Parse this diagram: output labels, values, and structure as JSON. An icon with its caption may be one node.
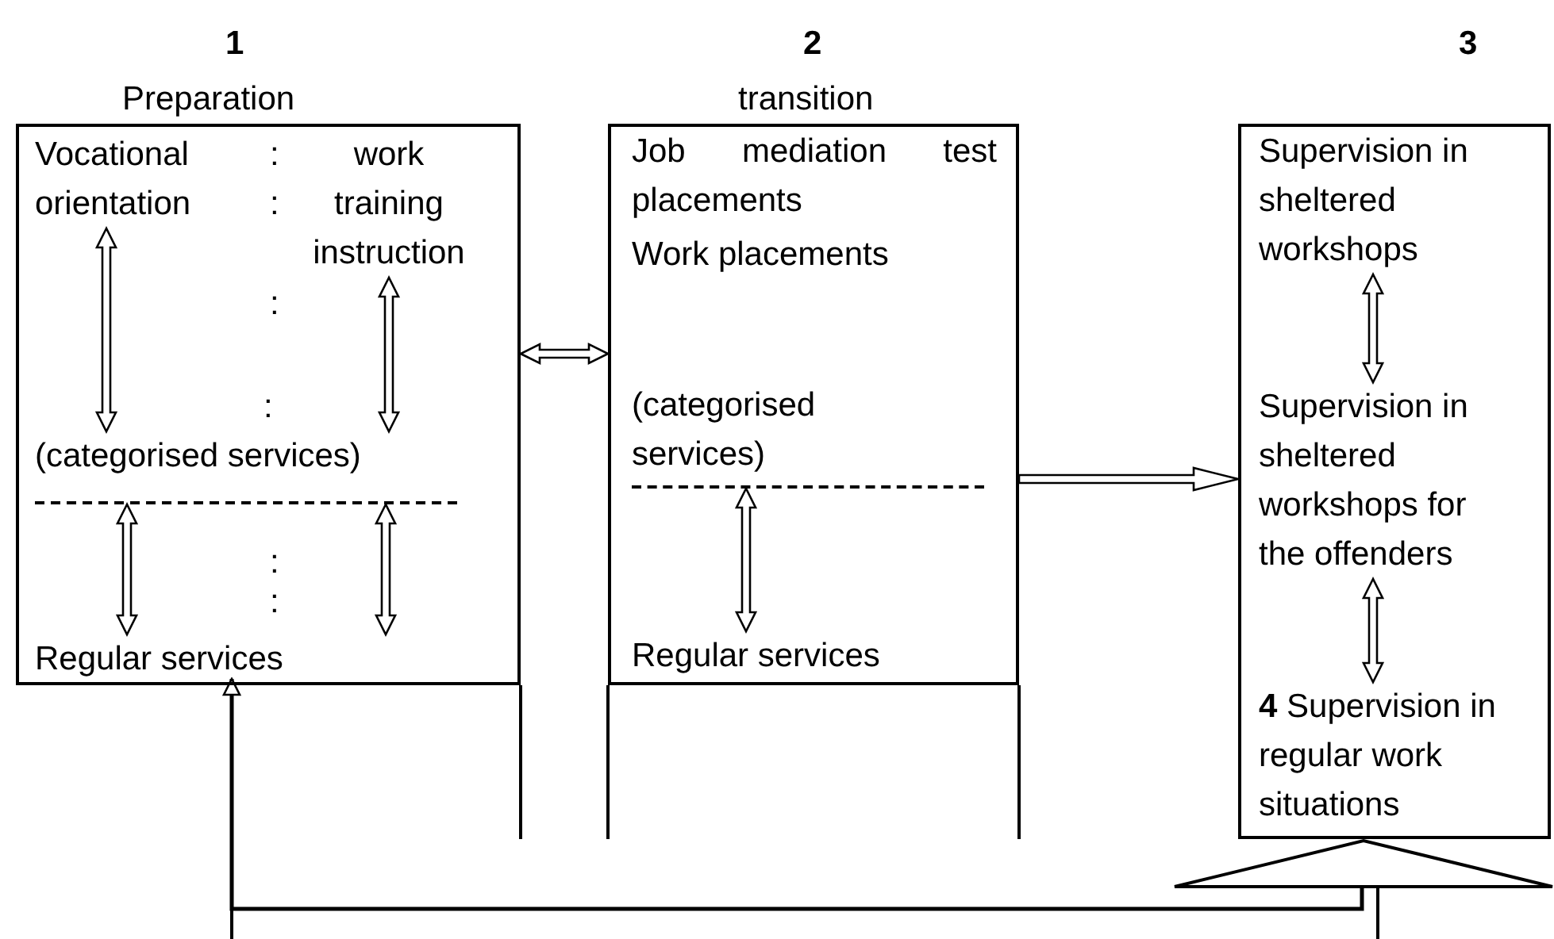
{
  "diagram": {
    "nodes": [
      {
        "text": [
          "Preparation"
        ]
      },
      {
        "text": [
          "Vocational orientation"
        ],
        "in": 0
      },
      {
        "text": [
          "work training instruction"
        ],
        "in": 0
      },
      {
        "text": [
          "(categorised services)"
        ],
        "in": 0
      },
      {
        "text": [
          "Regular services"
        ],
        "in": 0
      },
      {
        "text": [
          "transition"
        ]
      },
      {
        "text": [
          "Job mediation test placements"
        ],
        "in": 5
      },
      {
        "text": [
          "Work placements"
        ],
        "in": 5
      },
      {
        "text": [
          "(categorised services)"
        ],
        "in": 5
      },
      {
        "text": [
          "Regular services"
        ],
        "in": 5
      },
      {
        "text": [],
        "shape": "box"
      },
      {
        "text": [
          "Supervision in sheltered workshops"
        ],
        "in": 10
      },
      {
        "text": [
          "Supervision in sheltered workshops for the offenders"
        ],
        "in": 10
      },
      {
        "text": [
          "**4** Supervision in regular work situations"
        ],
        "in": 10
      },
      {
        "text": [],
        "shape": "triangle"
      }
    ],
    "edges": [
      {
        "from": 0,
        "to": 5,
        "arrow": "both"
      },
      {
        "from": 5,
        "to": 10,
        "arrow": "to"
      },
      {
        "from": 1,
        "to": 3,
        "arrow": "both"
      },
      {
        "from": 2,
        "to": 3,
        "arrow": "both"
      },
      {
        "from": 3,
        "to": 4,
        "arrow": "both"
      },
      {
        "from": 3,
        "to": 4,
        "arrow": "both"
      },
      {
        "from": 8,
        "to": 9,
        "arrow": "both"
      },
      {
        "from": 11,
        "to": 12,
        "arrow": "both"
      },
      {
        "from": 12,
        "to": 13,
        "arrow": "both"
      },
      {
        "from": 14,
        "to": 4,
        "arrow": "to"
      }
    ],
    "labels": [
      "1",
      "2",
      "3",
      ":",
      ":",
      ":",
      ":",
      ":",
      ":"
    ]
  }
}
